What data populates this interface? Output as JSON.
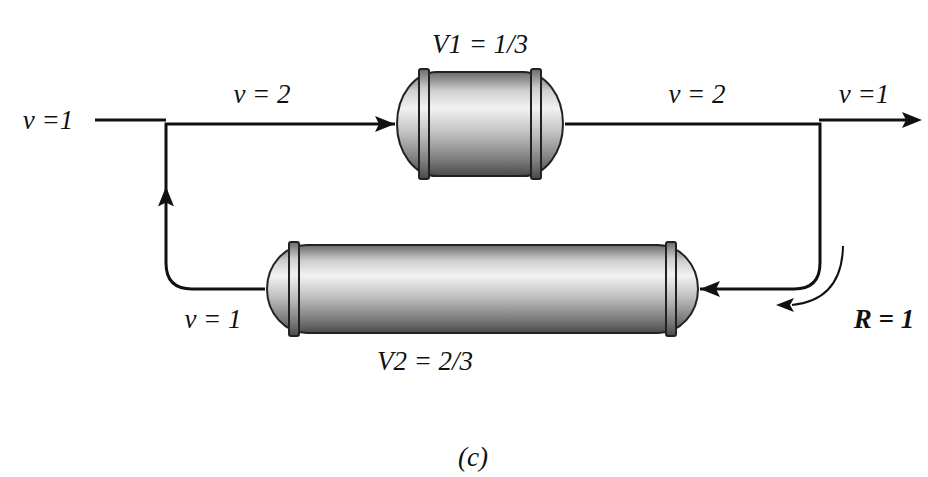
{
  "diagram": {
    "nodes": [
      {
        "text": [
          "V1 = 1/3"
        ]
      },
      {
        "text": [
          "V2 = 2/3"
        ]
      }
    ],
    "edges": [
      {
        "from": 0,
        "to": 1,
        "arrow": "to"
      },
      {
        "from": 1,
        "to": 0,
        "arrow": "to"
      }
    ],
    "labels": [
      "v =1",
      "v = 2",
      "v = 2",
      "v =1",
      "v = 1",
      "R = 1",
      "(c)"
    ]
  }
}
